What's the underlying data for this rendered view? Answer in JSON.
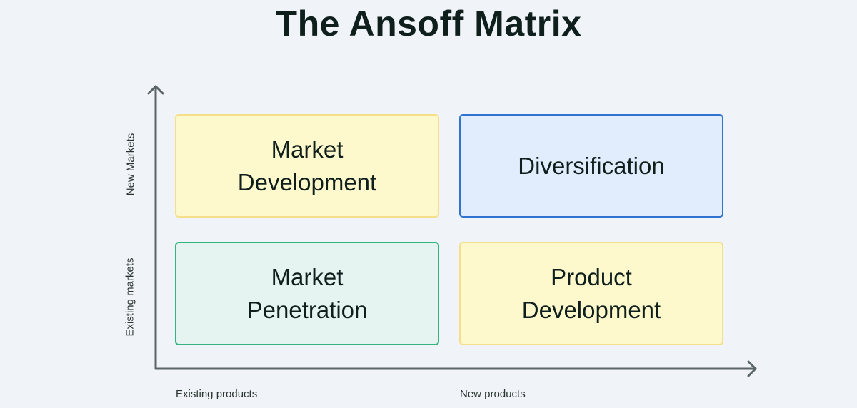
{
  "title": "The Ansoff Matrix",
  "axes": {
    "y_labels": {
      "top": "New Markets",
      "bottom": "Existing markets"
    },
    "x_labels": {
      "left": "Existing products",
      "right": "New products"
    },
    "color": "#5c6566"
  },
  "quadrants": [
    {
      "id": "market-development",
      "line1": "Market",
      "line2": "Development",
      "position": "top-left",
      "fill": "#fef8cd",
      "border": "#f5df8a"
    },
    {
      "id": "diversification",
      "line1": "Diversification",
      "line2": "",
      "position": "top-right",
      "fill": "#e1edfd",
      "border": "#2f74d0"
    },
    {
      "id": "market-penetration",
      "line1": "Market",
      "line2": "Penetration",
      "position": "bottom-left",
      "fill": "#e5f4f0",
      "border": "#34b47d"
    },
    {
      "id": "product-development",
      "line1": "Product",
      "line2": "Development",
      "position": "bottom-right",
      "fill": "#fef8cd",
      "border": "#f5df8a"
    }
  ]
}
